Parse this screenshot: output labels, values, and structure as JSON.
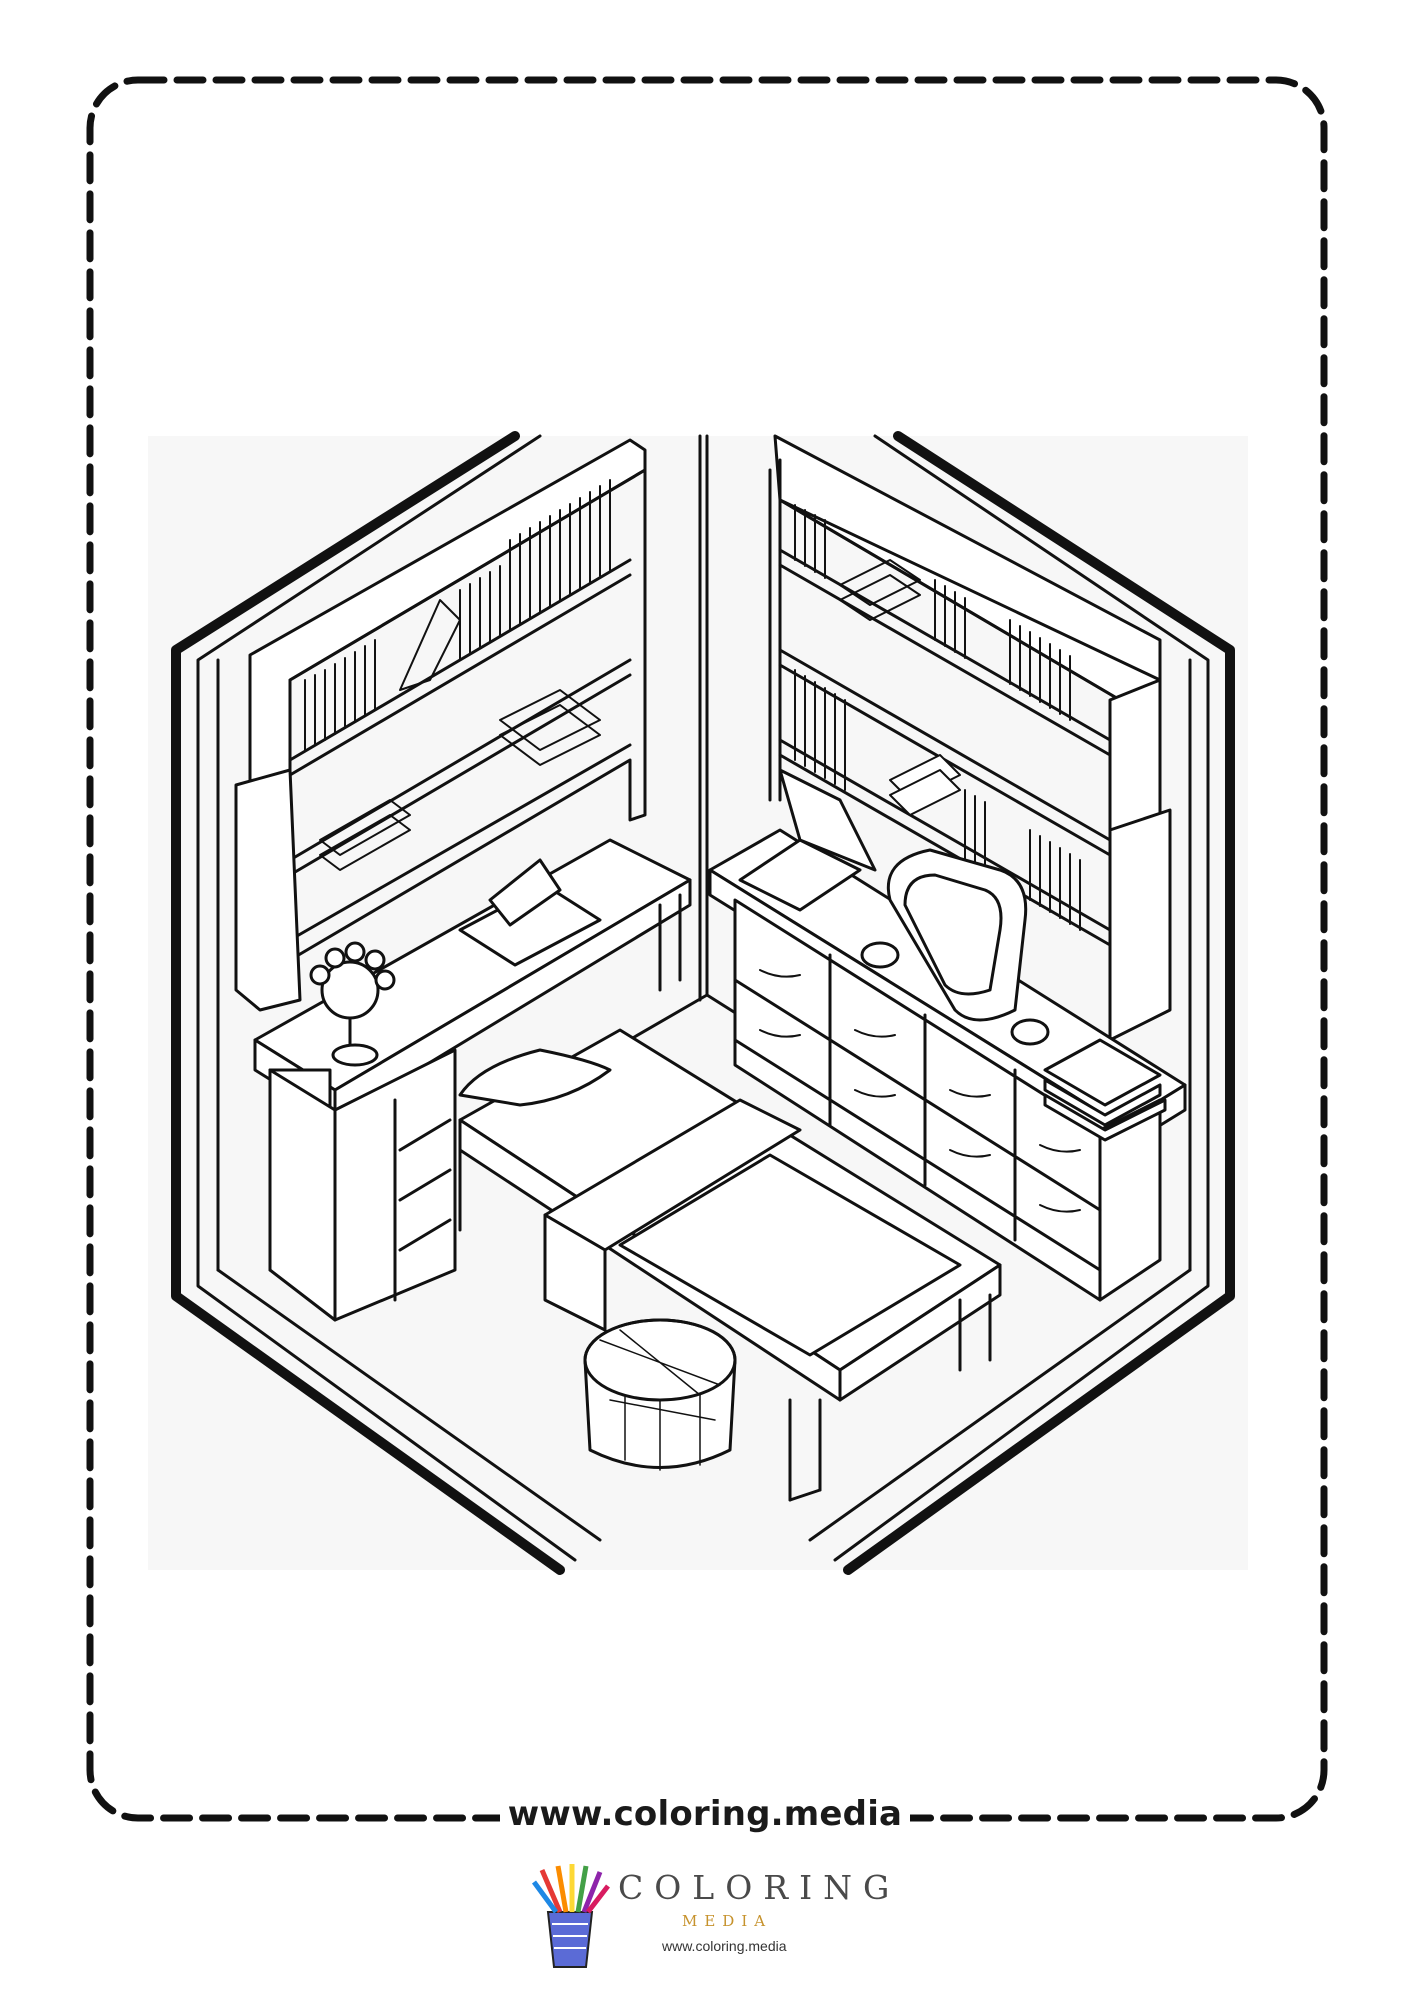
{
  "footer": {
    "url": "www.coloring.media"
  },
  "logo": {
    "wordmark": "COLORING",
    "subtitle": "MEDIA",
    "url": "www.coloring.media",
    "icon": "pencil-cup-icon",
    "accent_color": "#c6922c"
  },
  "illustration": {
    "subject": "isometric bedroom line art"
  }
}
